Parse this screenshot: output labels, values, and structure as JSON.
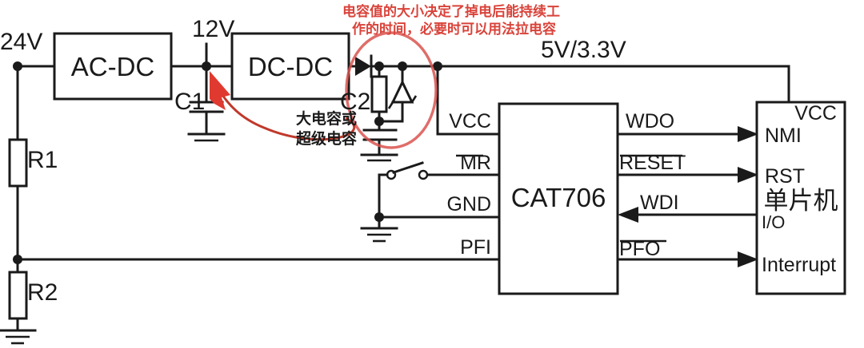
{
  "diagram": {
    "title": "CAT706 supervisor circuit with AC-DC / DC-DC power path",
    "colors": {
      "wire": "#1a1a1a",
      "annotation_red": "#d9433a",
      "highlight_red": "#d9534f",
      "background": "#ffffff"
    }
  },
  "blocks": {
    "acdc": "AC-DC",
    "dcdc": "DC-DC",
    "supervisor": "CAT706",
    "mcu": "单片机"
  },
  "rails": {
    "input": "24V",
    "intermediate": "12V",
    "output": "5V/3.3V"
  },
  "components": {
    "c1": "C1",
    "c2": "C2",
    "r1": "R1",
    "r2": "R2"
  },
  "supervisor_pins": {
    "left": [
      {
        "label": "VCC",
        "overline": false
      },
      {
        "label": "MR",
        "overline": true
      },
      {
        "label": "GND",
        "overline": false
      },
      {
        "label": "PFI",
        "overline": false
      }
    ],
    "right": [
      {
        "label": "WDO",
        "overline": false
      },
      {
        "label": "RESET",
        "overline": true
      },
      {
        "label": "WDI",
        "overline": false
      },
      {
        "label": "PFO",
        "overline": true
      }
    ]
  },
  "mcu_pins": {
    "vcc": "VCC",
    "nmi": "NMI",
    "rst": "RST",
    "io": "I/O",
    "interrupt": "Interrupt"
  },
  "annotations": {
    "red_note_line1": "电容值的大小决定了掉电后能持续工",
    "red_note_line2": "作的时间，必要时可以用法拉电容",
    "cap_note_line1": "大电容或",
    "cap_note_line2": "超级电容"
  }
}
